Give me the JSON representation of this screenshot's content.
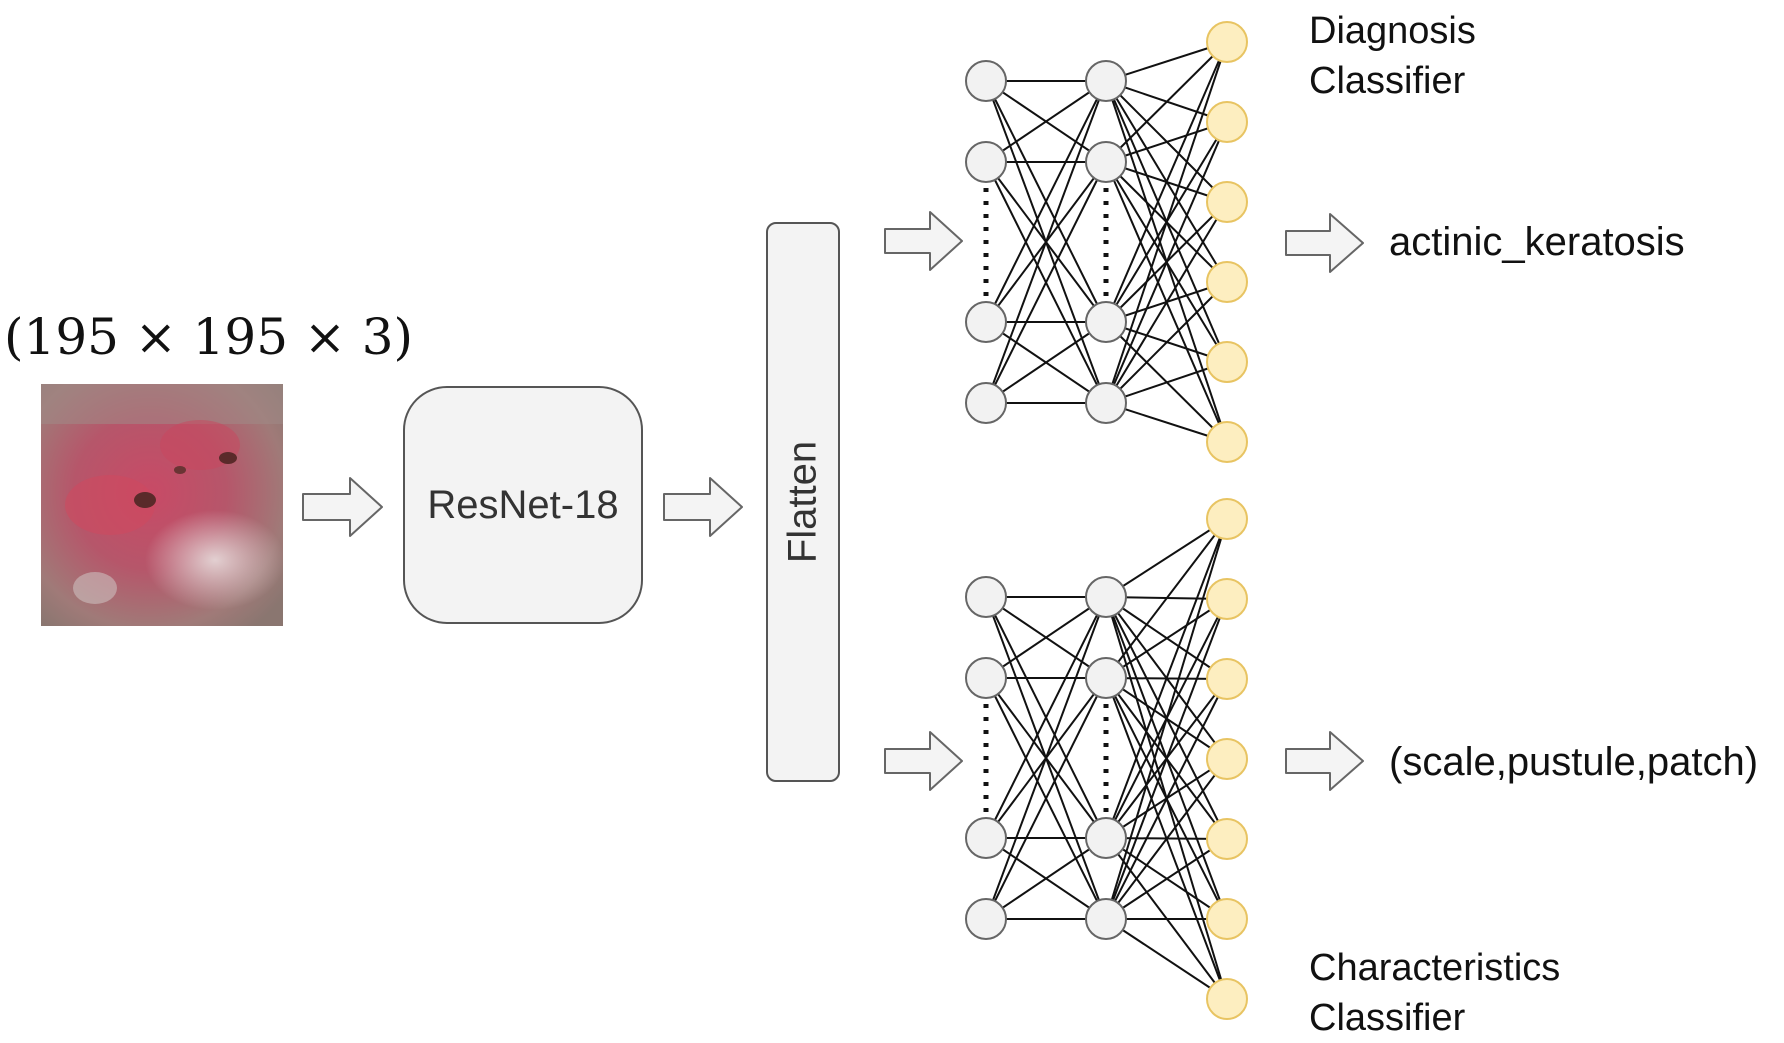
{
  "input": {
    "dimensions_label": "(195 × 195 × 3)"
  },
  "blocks": {
    "backbone_label": "ResNet-18",
    "flatten_label": "Flatten"
  },
  "heads": {
    "diagnosis": {
      "title_line1": "Diagnosis",
      "title_line2": "Classifier",
      "output_label": "actinic_keratosis",
      "output_node_count": 6
    },
    "characteristics": {
      "title_line1": "Characteristics",
      "title_line2": "Classifier",
      "output_label": "(scale,pustule,patch)",
      "output_node_count": 7
    }
  },
  "colors": {
    "hidden_node_fill": "#f2f2f2",
    "output_node_fill": "#fdeec0",
    "output_node_stroke": "#e8c462",
    "block_fill": "#f3f3f3"
  }
}
